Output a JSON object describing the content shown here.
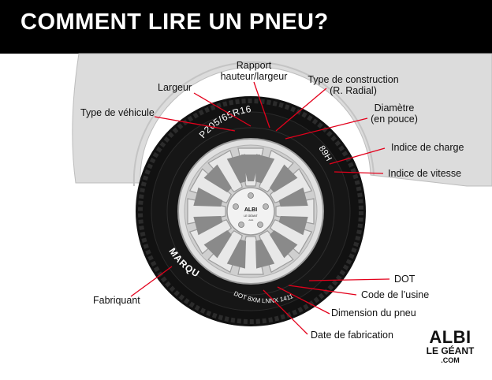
{
  "header": {
    "title": "COMMENT LIRE UN PNEU?"
  },
  "tire": {
    "size_marking": "P205/65R16",
    "service_marking": "89H",
    "brand_marking": "MARQUE",
    "dot_marking": "DOT 8XM LNNX 1411",
    "hub_logo": {
      "main": "ALBI",
      "sub": "LE GÉANT",
      "domain": ".com"
    }
  },
  "labels": {
    "type_vehicule": "Type de véhicule",
    "largeur": "Largeur",
    "rapport_line1": "Rapport",
    "rapport_line2": "hauteur/largeur",
    "construction_line1": "Type de construction",
    "construction_line2": "(R. Radial)",
    "diametre_line1": "Diamètre",
    "diametre_line2": "(en pouce)",
    "indice_charge": "Indice de charge",
    "indice_vitesse": "Indice de vitesse",
    "fabriquant": "Fabriquant",
    "dot": "DOT",
    "code_usine": "Code de l’usine",
    "dimension_pneu": "Dimension du pneu",
    "date_fabrication": "Date de fabrication"
  },
  "logo": {
    "main": "ALBI",
    "sub": "LE GÉANT",
    "domain": ".COM"
  },
  "colors": {
    "banner": "#000000",
    "leader_line": "#e3001b",
    "car_body": "#dcdcdc",
    "tire": "#111111",
    "rim": "#d9d9d9"
  }
}
